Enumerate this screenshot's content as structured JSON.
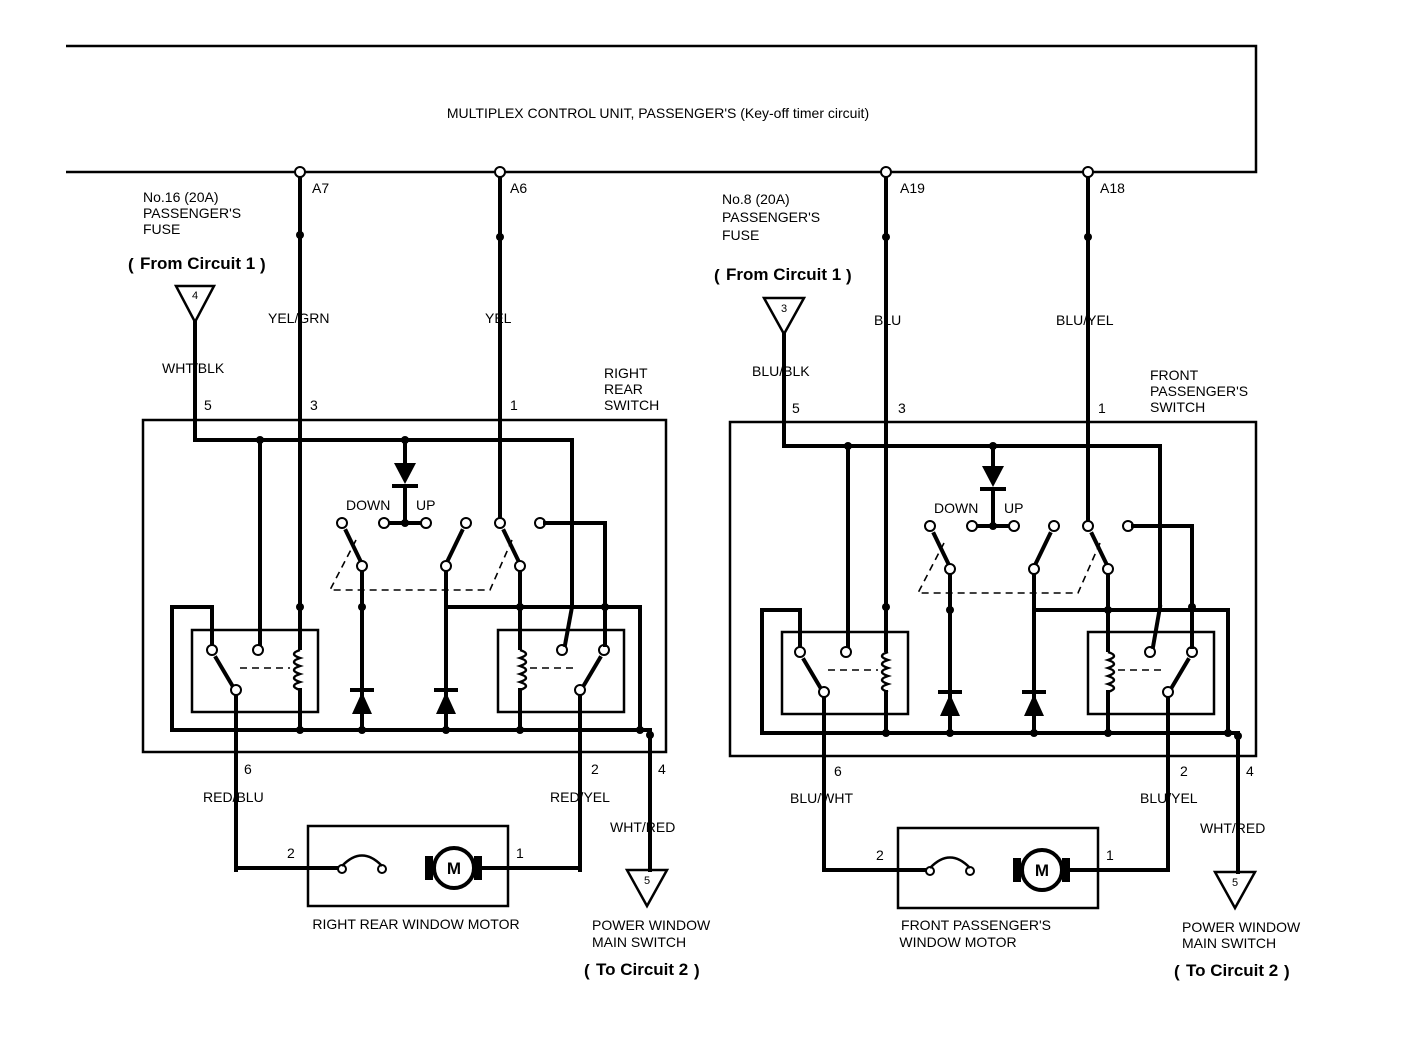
{
  "control_unit": {
    "title": "MULTIPLEX CONTROL UNIT, PASSENGER'S (Key-off timer circuit)",
    "terminals": [
      "A7",
      "A6",
      "A19",
      "A18"
    ]
  },
  "left": {
    "fuse": {
      "line1": "No.16 (20A)",
      "line2": "PASSENGER'S",
      "line3": "FUSE",
      "from_text": "From Circuit 1",
      "connector": "4"
    },
    "wires": {
      "fuse": "WHT/BLK",
      "term3": "YEL/GRN",
      "term1": "YEL",
      "term6": "RED/BLU",
      "term2": "RED/YEL",
      "term4": "WHT/RED"
    },
    "switch": {
      "line1": "RIGHT",
      "line2": "REAR",
      "line3": "SWITCH",
      "pin5": "5",
      "pin3": "3",
      "pin1": "1",
      "pin6": "6",
      "pin2": "2",
      "pin4": "4",
      "down": "DOWN",
      "up": "UP"
    },
    "motor": {
      "label": "RIGHT REAR WINDOW MOTOR",
      "label2": "",
      "pin2": "2",
      "pin1": "1",
      "symbol": "M"
    },
    "dest": {
      "line1": "POWER WINDOW",
      "line2": "MAIN SWITCH",
      "to_text": "To Circuit 2",
      "connector": "5"
    }
  },
  "right": {
    "fuse": {
      "line1": "No.8 (20A)",
      "line2": "PASSENGER'S",
      "line3": "FUSE",
      "from_text": "From Circuit 1",
      "connector": "3"
    },
    "wires": {
      "fuse": "BLU/BLK",
      "term3": "BLU",
      "term1": "BLU/YEL",
      "term6": "BLU/WHT",
      "term2": "BLU/YEL",
      "term4": "WHT/RED"
    },
    "switch": {
      "line1": "FRONT",
      "line2": "PASSENGER'S",
      "line3": "SWITCH",
      "pin5": "5",
      "pin3": "3",
      "pin1": "1",
      "pin6": "6",
      "pin2": "2",
      "pin4": "4",
      "down": "DOWN",
      "up": "UP"
    },
    "motor": {
      "label": "FRONT PASSENGER'S",
      "label2": "WINDOW MOTOR",
      "pin2": "2",
      "pin1": "1",
      "symbol": "M"
    },
    "dest": {
      "line1": "POWER WINDOW",
      "line2": "MAIN SWITCH",
      "to_text": "To Circuit 2",
      "connector": "5"
    }
  }
}
